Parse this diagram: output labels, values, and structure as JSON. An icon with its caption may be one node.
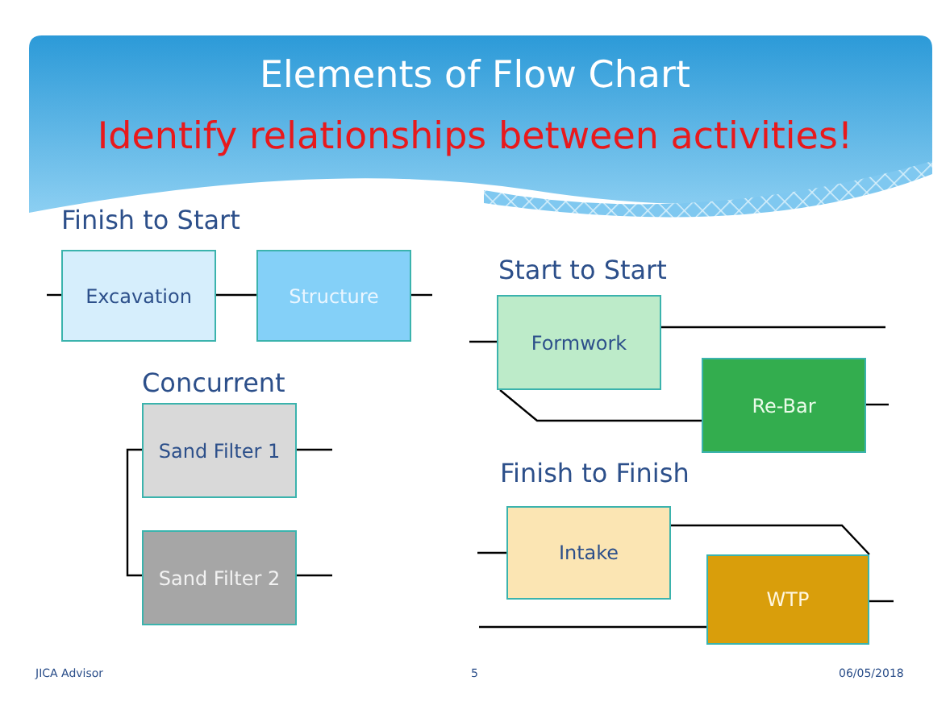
{
  "diagram": {
    "title": "Elements of Flow Chart",
    "nodes": [
      {
        "text": [
          "Excavation"
        ]
      },
      {
        "text": [
          "Structure"
        ]
      },
      {
        "text": [
          "Sand Filter 1"
        ]
      },
      {
        "text": [
          "Sand Filter 2"
        ]
      },
      {
        "text": [
          "Formwork"
        ]
      },
      {
        "text": [
          "Re-Bar"
        ]
      },
      {
        "text": [
          "Intake"
        ]
      },
      {
        "text": [
          "WTP"
        ]
      }
    ],
    "edges": [
      {
        "from": null,
        "to": 0,
        "arrow": "none"
      },
      {
        "from": 0,
        "to": 1,
        "arrow": "none"
      },
      {
        "from": 1,
        "to": null,
        "arrow": "none"
      },
      {
        "from": null,
        "to": 2,
        "arrow": "none"
      },
      {
        "from": null,
        "to": 3,
        "arrow": "none"
      },
      {
        "from": 2,
        "to": null,
        "arrow": "none"
      },
      {
        "from": 3,
        "to": null,
        "arrow": "none"
      },
      {
        "from": null,
        "to": 4,
        "arrow": "none"
      },
      {
        "from": 4,
        "to": null,
        "arrow": "none"
      },
      {
        "from": 4,
        "to": 5,
        "arrow": "none"
      },
      {
        "from": 5,
        "to": null,
        "arrow": "none"
      },
      {
        "from": null,
        "to": 6,
        "arrow": "none"
      },
      {
        "from": 6,
        "to": 7,
        "arrow": "none"
      },
      {
        "from": 7,
        "to": null,
        "arrow": "none"
      },
      {
        "from": null,
        "to": 7,
        "arrow": "none"
      }
    ],
    "labels": [
      "Identify relationships between activities!",
      "Finish to Start",
      "Concurrent",
      "Start to Start",
      "Finish to Finish",
      "JICA Advisor",
      "5",
      "06/05/2018"
    ]
  }
}
